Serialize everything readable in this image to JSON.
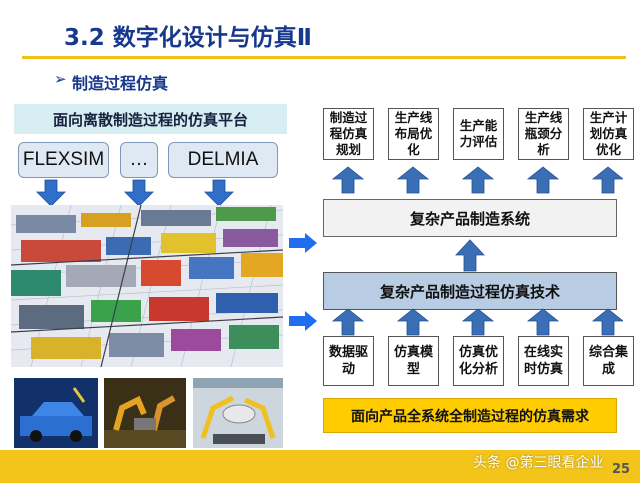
{
  "header": {
    "title": "3.2 数字化设计与仿真Ⅱ",
    "subhead_bullet": "➢",
    "subhead": "制造过程仿真"
  },
  "left": {
    "platform_banner": "面向离散制造过程的仿真平台",
    "tools": [
      "FLEXSIM",
      "…",
      "DELMIA"
    ]
  },
  "right": {
    "applications": [
      "制造过程仿真规划",
      "生产线布局优化",
      "生产能力评估",
      "生产线瓶颈分析",
      "生产计划仿真优化"
    ],
    "system": "复杂产品制造系统",
    "technology": "复杂产品制造过程仿真技术",
    "foundations": [
      "数据驱动",
      "仿真模型",
      "仿真优化分析",
      "在线实时仿真",
      "综合集成"
    ],
    "demand": "面向产品全系统全制造过程的仿真需求"
  },
  "footer": {
    "watermark": "头条 @第三眼看企业",
    "page_number": "25"
  },
  "colors": {
    "title_blue": "#17388c",
    "accent_yellow": "#f3c419",
    "arrow_blue": "#2f6fc8",
    "tech_box": "#b8cce4",
    "demand_box": "#ffcc00"
  }
}
